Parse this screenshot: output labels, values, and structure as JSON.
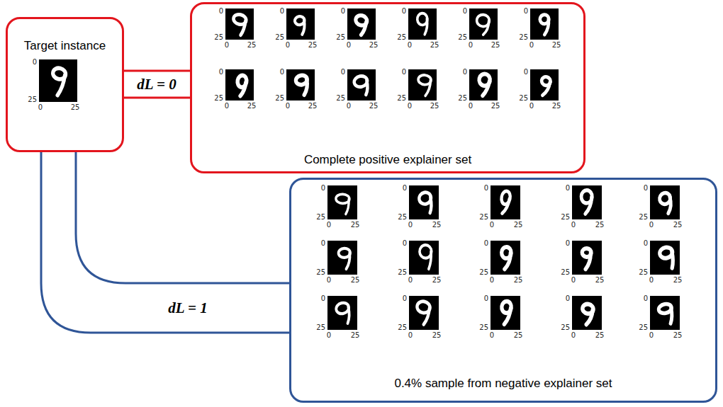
{
  "diagram": {
    "nodes": [
      {
        "text": [
          "Target instance"
        ]
      },
      {
        "text": [
          "Complete positive explainer set"
        ]
      },
      {
        "text": [
          "0.4% sample from negative explainer set"
        ]
      }
    ],
    "edges": [
      {
        "from": 0,
        "to": 1,
        "arrow": "none",
        "label": "dL = 0"
      },
      {
        "from": 0,
        "to": 2,
        "arrow": "none",
        "label": "dL = 1"
      }
    ],
    "labels": [
      "0",
      "25",
      "0",
      "25",
      "0",
      "25",
      "0",
      "25",
      "0",
      "25",
      "0",
      "25",
      "0",
      "25",
      "0",
      "25",
      "0",
      "25",
      "0",
      "25",
      "0",
      "25",
      "0",
      "25",
      "0",
      "25",
      "0",
      "25",
      "0",
      "25",
      "0",
      "25",
      "0",
      "25",
      "0",
      "25",
      "0",
      "25",
      "0",
      "25",
      "0",
      "25",
      "0",
      "25",
      "0",
      "25",
      "0",
      "25",
      "0",
      "25",
      "0",
      "25",
      "0",
      "25",
      "0",
      "25",
      "0",
      "25",
      "0",
      "25",
      "0",
      "25",
      "0",
      "25",
      "0",
      "25",
      "0",
      "25",
      "0",
      "25",
      "0",
      "25",
      "0",
      "25",
      "0",
      "25",
      "0",
      "25",
      "0",
      "25",
      "0",
      "25",
      "0",
      "25",
      "0",
      "25",
      "0",
      "25",
      "0",
      "25",
      "0",
      "25",
      "0",
      "25",
      "0",
      "25",
      "0",
      "25",
      "0",
      "25",
      "0",
      "25",
      "0",
      "25",
      "0",
      "25",
      "0",
      "25",
      "0",
      "25",
      "0",
      "25"
    ]
  }
}
